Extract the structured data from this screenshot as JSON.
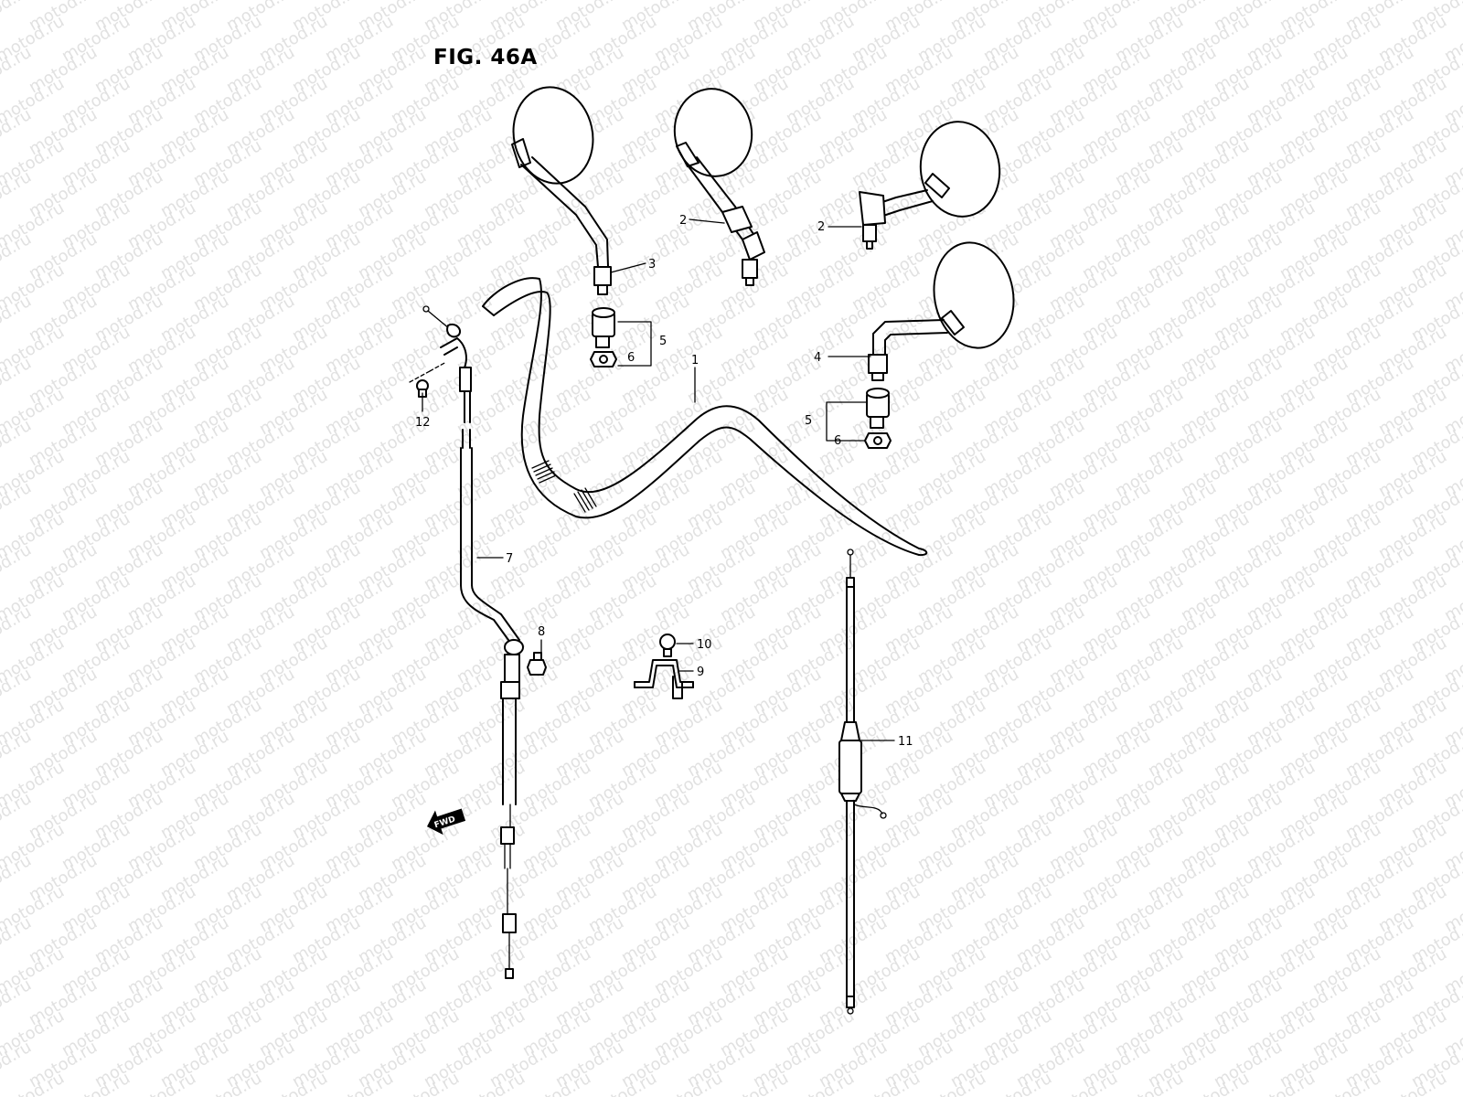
{
  "figure": {
    "title": "FIG. 46A",
    "watermark_text": "motod.ru",
    "fwd_label": "FWD"
  },
  "callouts": [
    {
      "id": "c1",
      "text": "1"
    },
    {
      "id": "c2a",
      "text": "2"
    },
    {
      "id": "c2b",
      "text": "2"
    },
    {
      "id": "c3",
      "text": "3"
    },
    {
      "id": "c4",
      "text": "4"
    },
    {
      "id": "c5a",
      "text": "5"
    },
    {
      "id": "c6a",
      "text": "6"
    },
    {
      "id": "c5b",
      "text": "5"
    },
    {
      "id": "c6b",
      "text": "6"
    },
    {
      "id": "c7",
      "text": "7"
    },
    {
      "id": "c8",
      "text": "8"
    },
    {
      "id": "c9",
      "text": "9"
    },
    {
      "id": "c10",
      "text": "10"
    },
    {
      "id": "c11",
      "text": "11"
    },
    {
      "id": "c12",
      "text": "12"
    }
  ],
  "colors": {
    "line": "#000000",
    "background": "#ffffff",
    "watermark": "#c8c8c8"
  }
}
